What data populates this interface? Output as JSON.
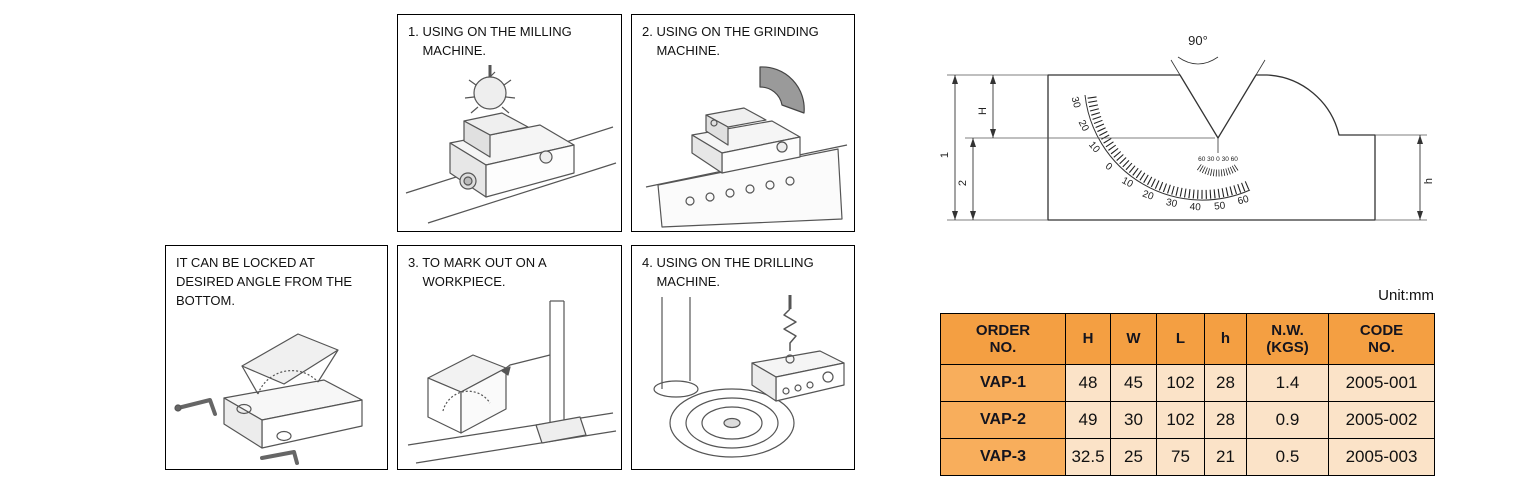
{
  "panels": [
    {
      "caption": "1. USING ON THE MILLING\n    MACHINE."
    },
    {
      "caption": "2. USING ON THE GRINDING\n    MACHINE."
    },
    {
      "caption": "IT CAN BE LOCKED AT\nDESIRED ANGLE FROM THE\nBOTTOM."
    },
    {
      "caption": "3. TO MARK OUT ON A\n    WORKPIECE."
    },
    {
      "caption": "4. USING ON THE DRILLING\n    MACHINE."
    }
  ],
  "diagram": {
    "angle_label": "90°",
    "main_scale": [
      "30",
      "20",
      "10",
      "0",
      "10",
      "20",
      "30",
      "40",
      "50",
      "60"
    ],
    "vernier_scale": "60 30 0 30 60",
    "dims": {
      "d1": "1",
      "d2": "2",
      "H": "H",
      "h": "h"
    }
  },
  "table": {
    "unit_label": "Unit:mm",
    "headers": [
      "ORDER\nNO.",
      "H",
      "W",
      "L",
      "h",
      "N.W.\n(KGS)",
      "CODE\nNO."
    ],
    "rows": [
      {
        "order_no": "VAP-1",
        "H": "48",
        "W": "45",
        "L": "102",
        "h": "28",
        "nw": "1.4",
        "code": "2005-001"
      },
      {
        "order_no": "VAP-2",
        "H": "49",
        "W": "30",
        "L": "102",
        "h": "28",
        "nw": "0.9",
        "code": "2005-002"
      },
      {
        "order_no": "VAP-3",
        "H": "32.5",
        "W": "25",
        "L": "75",
        "h": "21",
        "nw": "0.5",
        "code": "2005-003"
      }
    ]
  },
  "colors": {
    "table_header_bg": "#F49F42",
    "table_order_bg": "#F8AE5C",
    "table_row_bg": "#FBE3C8",
    "line": "#333333"
  }
}
